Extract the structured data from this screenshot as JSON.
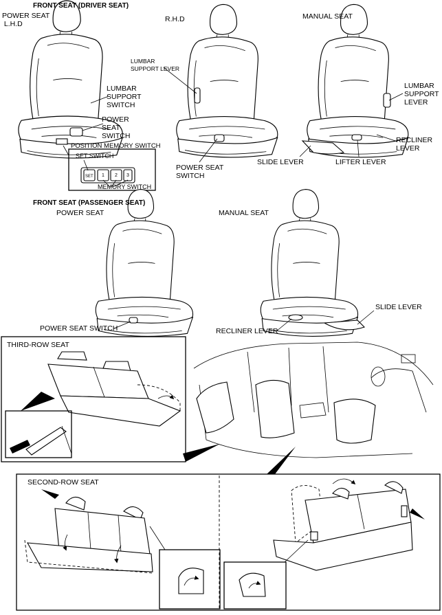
{
  "driver": {
    "heading": "FRONT SEAT (DRIVER SEAT)",
    "power_seat_lhd": "POWER SEAT\n L.H.D",
    "rhd": "R.H.D",
    "manual_seat": "MANUAL SEAT",
    "lumbar_support_switch": "LUMBAR\nSUPPORT\nSWITCH",
    "power_seat_switch": "POWER\nSEAT\nSWITCH",
    "position_memory_switch": "POSITION MEMORY SWITCH",
    "set_switch": "SET SWITCH",
    "memory_switch": "MEMORY SWITCH",
    "set_key": "SET",
    "memory_keys": [
      "1",
      "2",
      "3"
    ],
    "lumbar_support_lever_rhd": "LUMBAR\nSUPPORT LEVER",
    "power_seat_switch_rhd": "POWER SEAT\nSWITCH",
    "lumbar_support_lever_manual": "LUMBAR\nSUPPORT\nLEVER",
    "slide_lever": "SLIDE LEVER",
    "lifter_lever": "LIFTER LEVER",
    "recliner_lever": "RECLINER\nLEVER"
  },
  "passenger": {
    "heading": "FRONT SEAT (PASSENGER SEAT)",
    "power_seat": "POWER SEAT",
    "manual_seat": "MANUAL SEAT",
    "power_seat_switch": "POWER SEAT SWITCH",
    "slide_lever": "SLIDE LEVER",
    "recliner_lever": "RECLINER LEVER"
  },
  "third_row": {
    "heading": "THIRD-ROW SEAT"
  },
  "second_row": {
    "heading": "SECOND-ROW SEAT"
  }
}
